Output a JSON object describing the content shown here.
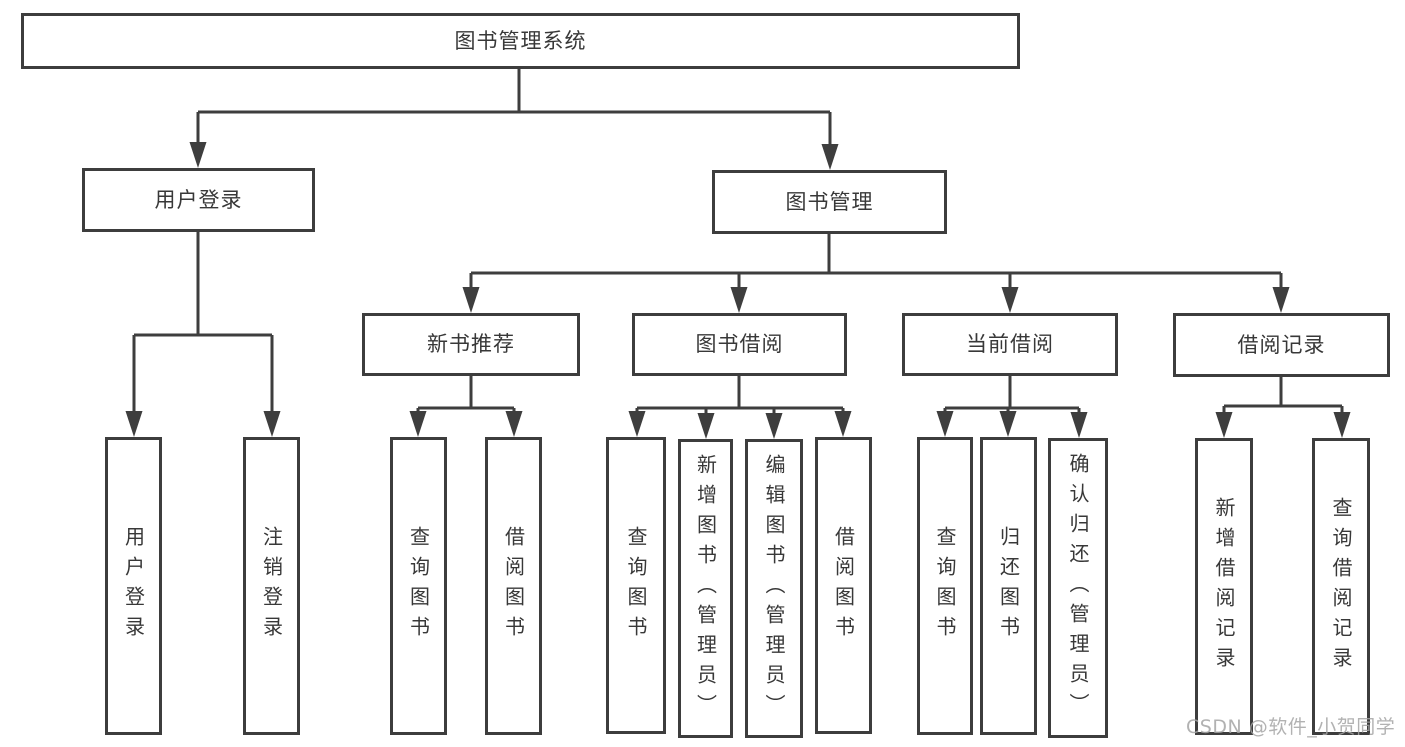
{
  "tree": {
    "root": "图书管理系统",
    "branches": [
      {
        "label": "用户登录",
        "children": [
          "用户登录",
          "注销登录"
        ]
      },
      {
        "label": "图书管理",
        "groups": [
          {
            "label": "新书推荐",
            "children": [
              "查询图书",
              "借阅图书"
            ]
          },
          {
            "label": "图书借阅",
            "children": [
              "查询图书",
              "新增图书（管理员）",
              "编辑图书（管理员）",
              "借阅图书"
            ]
          },
          {
            "label": "当前借阅",
            "children": [
              "查询图书",
              "归还图书",
              "确认归还（管理员）"
            ]
          },
          {
            "label": "借阅记录",
            "children": [
              "新增借阅记录",
              "查询借阅记录"
            ]
          }
        ]
      }
    ]
  },
  "watermark": {
    "text": "CSDN @软件_小贺同学"
  },
  "colors": {
    "line": "#3e3e3e",
    "box_border": "#3d3d3d",
    "text": "#383838",
    "watermark": "#a5a5a5",
    "background": "#ffffff"
  }
}
